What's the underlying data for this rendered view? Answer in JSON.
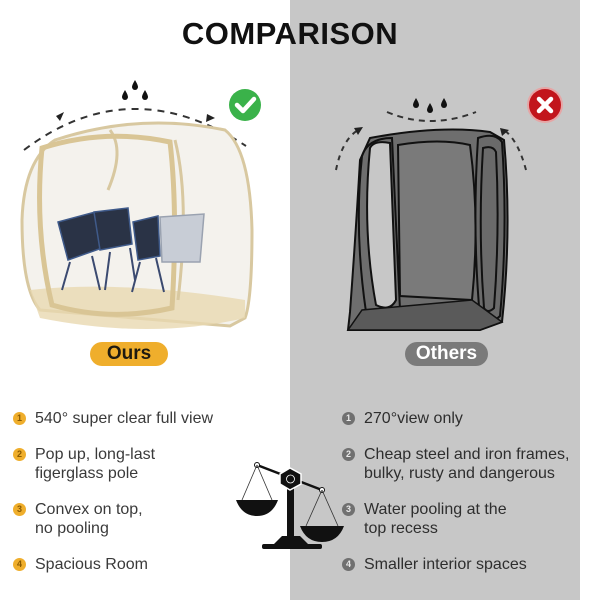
{
  "title": "COMPARISON",
  "ours": {
    "label": "Ours",
    "badge_icon": "check-circle-icon",
    "badge_color": "#3ab24a",
    "accent_color": "#efae2c",
    "features": [
      {
        "num": "1",
        "lines": [
          "540° super clear full view"
        ]
      },
      {
        "num": "2",
        "lines": [
          "Pop up, long-last",
          "figerglass pole"
        ]
      },
      {
        "num": "3",
        "lines": [
          "Convex on top,",
          "no pooling"
        ]
      },
      {
        "num": "4",
        "lines": [
          "Spacious Room"
        ]
      }
    ]
  },
  "others": {
    "label": "Others",
    "badge_icon": "x-circle-icon",
    "badge_color": "#c2151c",
    "accent_color": "#7a7a7a",
    "panel_color": "#c7c7c7",
    "features": [
      {
        "num": "1",
        "lines": [
          "270°view only"
        ]
      },
      {
        "num": "2",
        "lines": [
          "Cheap steel and iron frames,",
          "bulky, rusty and dangerous"
        ]
      },
      {
        "num": "3",
        "lines": [
          "Water pooling at the",
          "top recess"
        ]
      },
      {
        "num": "4",
        "lines": [
          "Smaller interior spaces"
        ]
      }
    ]
  },
  "center_icon": "balance-scale-icon"
}
